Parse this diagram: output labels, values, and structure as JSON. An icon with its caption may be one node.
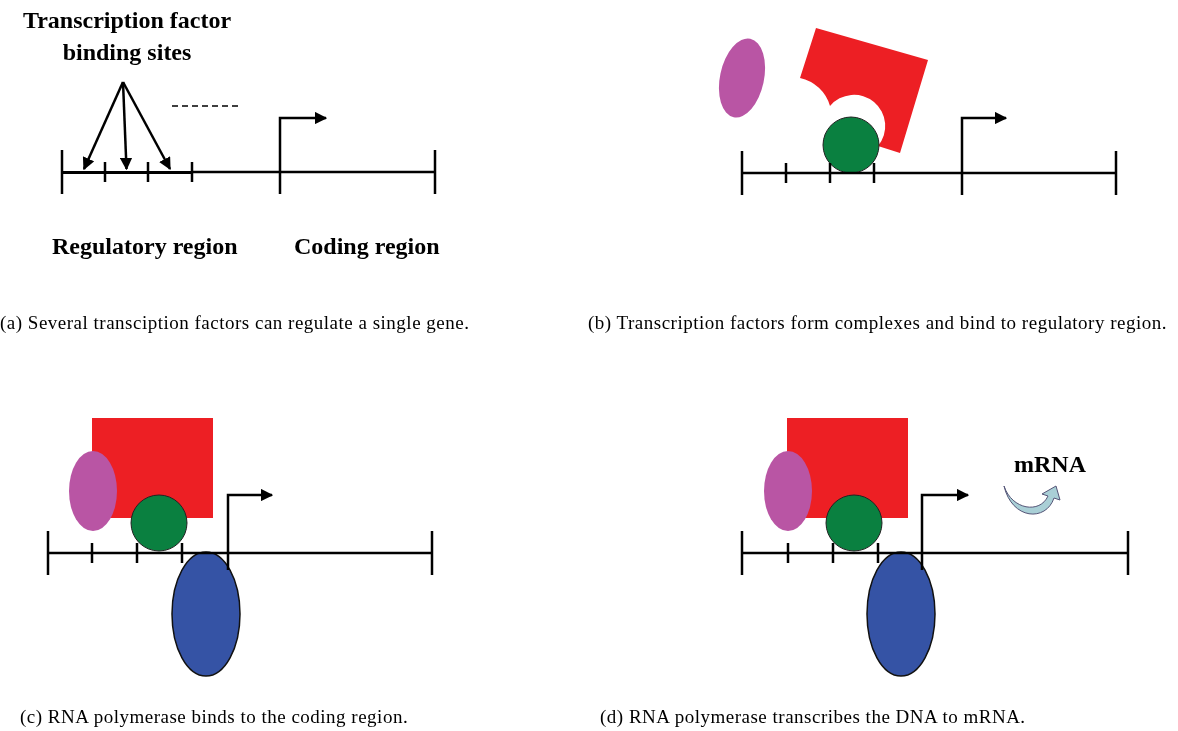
{
  "diagram": {
    "nodes": [
      {
        "text": [
          "Transcription factor binding sites"
        ]
      },
      {
        "text": [],
        "shape": "bar"
      },
      {
        "text": [],
        "shape": "bar"
      },
      {
        "text": [],
        "shape": "bar"
      }
    ],
    "edges": [
      {
        "from": 0,
        "to": 1,
        "arrow": "to"
      },
      {
        "from": 0,
        "to": 2,
        "arrow": "to"
      },
      {
        "from": 0,
        "to": 3,
        "arrow": "to"
      }
    ],
    "labels": [
      "Regulatory region",
      "Coding region",
      "(a) Several transciption factors can regulate a single gene.",
      "(b) Transcription factors form complexes and bind to regulatory region.",
      "mRNA",
      "(c) RNA polymerase binds to the coding region.",
      "(d) RNA polymerase transcribes the DNA to mRNA."
    ]
  }
}
